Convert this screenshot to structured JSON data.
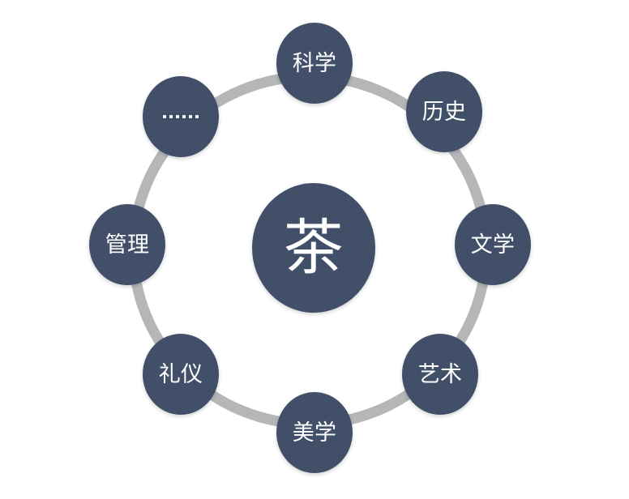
{
  "diagram": {
    "type": "radial-hub-and-spoke",
    "background_color": "#ffffff",
    "node_color": "#415068",
    "ring_color": "#b5b6b8",
    "text_color": "#ffffff",
    "center": {
      "label": "茶",
      "name": "center-node-tea"
    },
    "ring": {
      "name": "connector-ring"
    },
    "nodes": [
      {
        "label": "科学",
        "position": "top",
        "name": "node-kexue"
      },
      {
        "label": "历史",
        "position": "top-right",
        "name": "node-lishi"
      },
      {
        "label": "文学",
        "position": "right",
        "name": "node-wenxue"
      },
      {
        "label": "艺术",
        "position": "bottom-right",
        "name": "node-yishu"
      },
      {
        "label": "美学",
        "position": "bottom",
        "name": "node-meixue"
      },
      {
        "label": "礼仪",
        "position": "bottom-left",
        "name": "node-liyi"
      },
      {
        "label": "管理",
        "position": "left",
        "name": "node-guanli"
      },
      {
        "label": "……",
        "position": "top-left",
        "name": "node-ellipsis",
        "is_ellipsis": true,
        "dot_count": 6
      }
    ]
  }
}
